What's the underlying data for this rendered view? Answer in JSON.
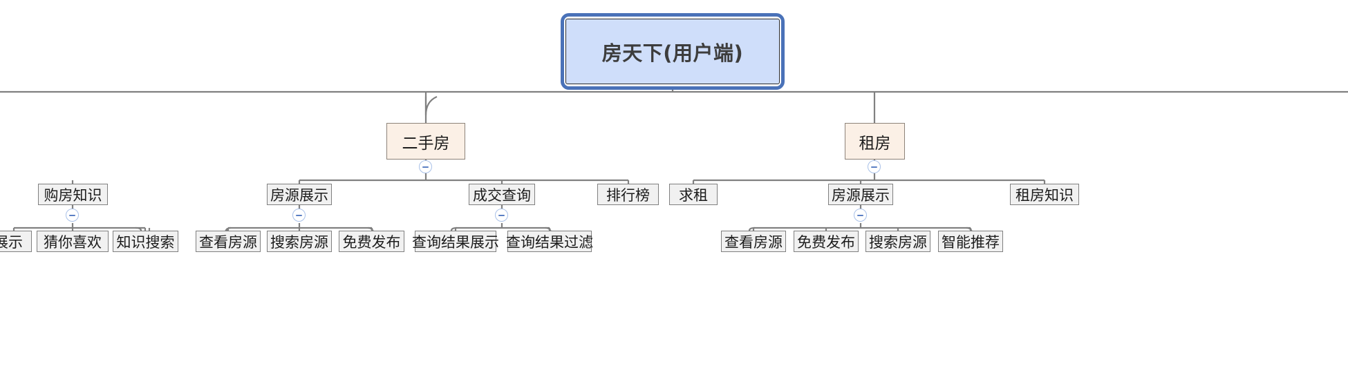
{
  "diagram": {
    "type": "mind-map-tree",
    "orientation": "top-down",
    "colors": {
      "root_fill": "#cfdefa",
      "root_selection_border": "#4a72b8",
      "level2_fill": "#fbf0e6",
      "level2_border": "#8c8279",
      "node_fill": "#f1f1f1",
      "node_border": "#7f7f7f",
      "connector": "#808080",
      "toggle_border": "#a8c0e8",
      "toggle_glyph": "#5b7fc4",
      "canvas": "#ffffff"
    },
    "root": {
      "label": "房天下(用户端)",
      "selected": true
    },
    "branches": [
      {
        "id": "ershoufang",
        "label": "二手房",
        "toggle": "minus",
        "children": [
          {
            "label": "房源展示",
            "toggle": "minus",
            "children": [
              {
                "label": "查看房源"
              },
              {
                "label": "搜索房源"
              },
              {
                "label": "免费发布"
              }
            ]
          },
          {
            "label": "成交查询",
            "toggle": "minus",
            "children": [
              {
                "label": "查询结果展示"
              },
              {
                "label": "查询结果过滤"
              }
            ]
          },
          {
            "label": "排行榜",
            "children": []
          }
        ]
      },
      {
        "id": "zufang",
        "label": "租房",
        "toggle": "minus",
        "children": [
          {
            "label": "求租",
            "children": []
          },
          {
            "label": "房源展示",
            "toggle": "minus",
            "children": [
              {
                "label": "查看房源"
              },
              {
                "label": "免费发布"
              },
              {
                "label": "搜索房源"
              },
              {
                "label": "智能推荐"
              }
            ]
          },
          {
            "label": "租房知识",
            "children": []
          }
        ]
      }
    ],
    "offscreen_left": {
      "note": "partially visible group clipped by left canvas edge",
      "parent": {
        "label": "购房知识",
        "toggle": "minus"
      },
      "children": [
        {
          "label": "展示",
          "clipped": true
        },
        {
          "label": "猜你喜欢"
        },
        {
          "label": "知识搜索"
        }
      ]
    }
  }
}
